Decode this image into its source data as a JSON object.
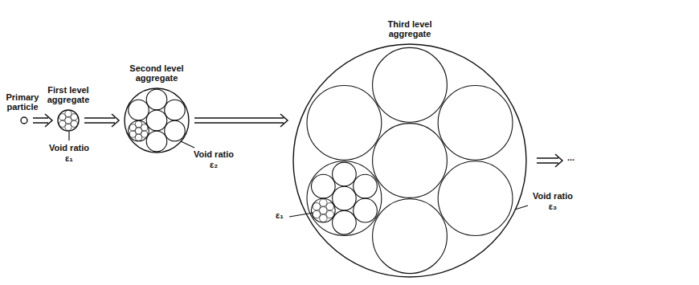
{
  "diagram": {
    "nodes": [
      {
        "text": [
          "Primary particle"
        ]
      },
      {
        "text": [
          "First level aggregate"
        ]
      },
      {
        "text": [
          "Second level aggregate"
        ]
      },
      {
        "text": [
          "Third level aggregate"
        ]
      }
    ],
    "edges": [
      {
        "from": 0,
        "to": 1,
        "arrow": "to"
      },
      {
        "from": 1,
        "to": 2,
        "arrow": "to"
      },
      {
        "from": 2,
        "to": 3,
        "arrow": "to"
      }
    ],
    "labels": [
      "Void ratio ε₁",
      "Void ratio ε₂",
      "ε₁",
      "Void ratio ε₃",
      "..."
    ]
  }
}
